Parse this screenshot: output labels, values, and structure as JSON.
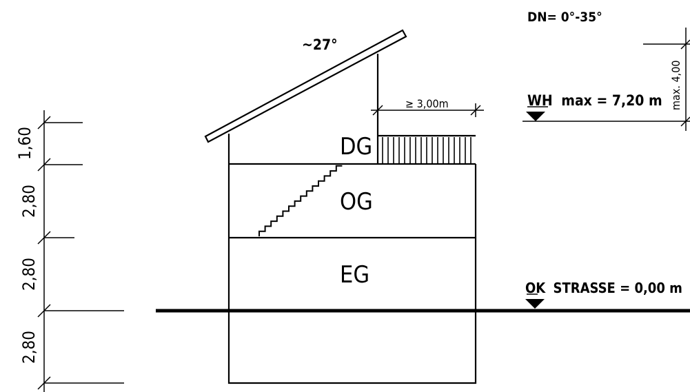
{
  "roof_pitch_range": "DN= 0°-35°",
  "roof_angle": "~27°",
  "setback": "≥ 3,00m",
  "eave_height": {
    "label": "WH",
    "value": "max = 7,20 m"
  },
  "street_level": {
    "label": "OK",
    "value": "STRASSE = 0,00 m"
  },
  "max_height": "max. 4,00",
  "floors": {
    "dg": "DG",
    "og": "OG",
    "eg": "EG"
  },
  "left_dimensions": [
    "1,60",
    "2,80",
    "2,80",
    "2,80"
  ]
}
